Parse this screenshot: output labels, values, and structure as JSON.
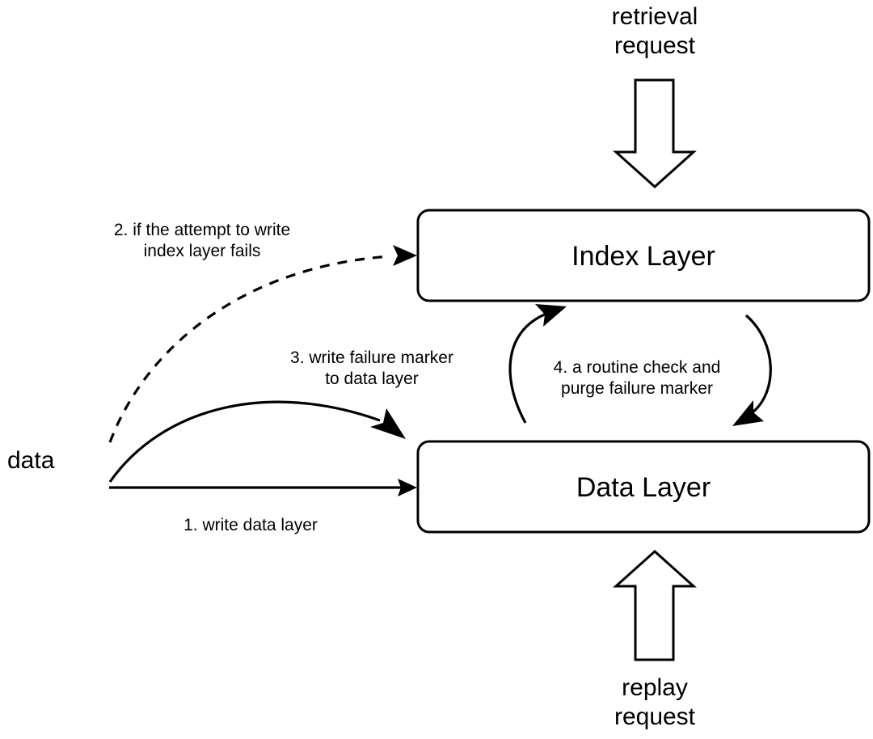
{
  "diagram": {
    "title_top": "retrieval\nrequest",
    "title_bottom": "replay\nrequest",
    "input_label": "data",
    "nodes": [
      {
        "id": "index-layer",
        "label": "Index Layer"
      },
      {
        "id": "data-layer",
        "label": "Data Layer"
      }
    ],
    "edges": [
      {
        "id": "write-data-layer",
        "label": "1. write data layer",
        "style": "solid-straight",
        "from": "data",
        "to": "data-layer"
      },
      {
        "id": "index-write-fails",
        "label": "2. if the attempt to write\nindex layer fails",
        "style": "dashed-curve",
        "from": "data",
        "to": "index-layer"
      },
      {
        "id": "write-failure-marker",
        "label": "3. write failure marker\nto data layer",
        "style": "solid-curve",
        "from": "data",
        "to": "data-layer"
      },
      {
        "id": "routine-check-purge",
        "label": "4. a routine check and\npurge failure marker",
        "style": "solid-curve-pair",
        "from": "data-layer",
        "to": "index-layer"
      }
    ],
    "block_arrows": [
      {
        "id": "retrieval-request-arrow",
        "direction": "down",
        "target": "index-layer"
      },
      {
        "id": "replay-request-arrow",
        "direction": "up",
        "target": "data-layer"
      }
    ],
    "colors": {
      "stroke": "#000000",
      "fill": "#ffffff",
      "text": "#000000"
    }
  }
}
